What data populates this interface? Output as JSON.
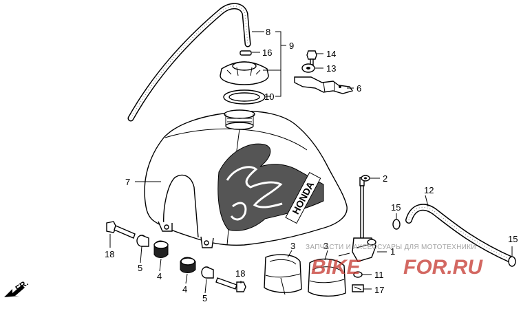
{
  "diagram": {
    "callouts": {
      "c1": "1",
      "c2": "2",
      "c3a": "3",
      "c3b": "3",
      "c4a": "4",
      "c4b": "4",
      "c5a": "5",
      "c5b": "5",
      "c6": "6",
      "c7": "7",
      "c8": "8",
      "c9": "9",
      "c10": "10",
      "c11": "11",
      "c12": "12",
      "c13": "13",
      "c14": "14",
      "c15a": "15",
      "c15b": "15",
      "c16": "16",
      "c17": "17",
      "c18a": "18",
      "c18b": "18"
    },
    "direction_label": "FR.",
    "tank_graphic_text": "HONDA",
    "watermark": {
      "caption": "ЗАПЧАСТИ И АКСЕССУАРЫ ДЛЯ МОТОТЕХНИКИ",
      "logo_left": "BIKE",
      "logo_right": "FOR.RU"
    },
    "colors": {
      "line": "#000000",
      "watermark_red": "#c63b33",
      "watermark_grey": "#9a9a9a"
    }
  }
}
